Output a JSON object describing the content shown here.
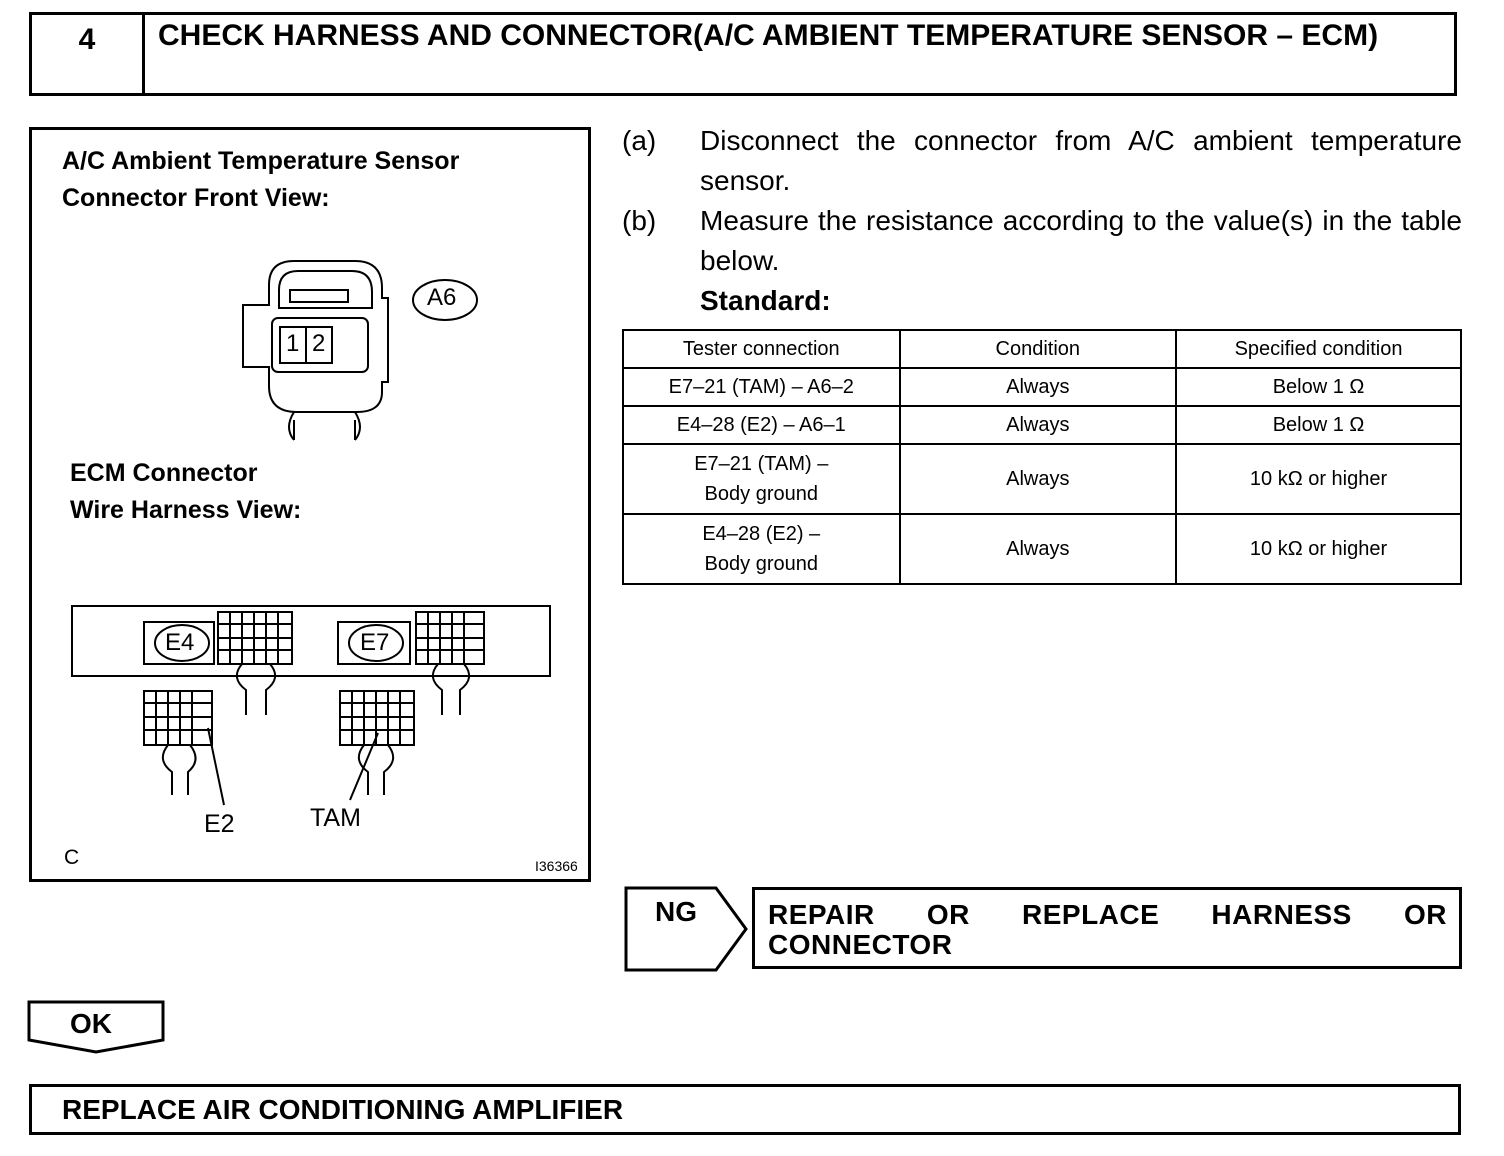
{
  "step": {
    "number": "4",
    "title": "CHECK HARNESS AND CONNECTOR(A/C AMBIENT TEMPERATURE SENSOR – ECM)"
  },
  "figure": {
    "sensor_heading_line1": "A/C Ambient Temperature Sensor",
    "sensor_heading_line2": "Connector Front View:",
    "sensor_connector_id": "A6",
    "pin1": "1",
    "pin2": "2",
    "ecm_heading_line1": "ECM Connector",
    "ecm_heading_line2": "Wire Harness View:",
    "ecm_connector_e4": "E4",
    "ecm_connector_e7": "E7",
    "terminal_e2": "E2",
    "terminal_tam": "TAM",
    "corner_code": "C",
    "figure_id": "I36366"
  },
  "instructions": {
    "a_letter": "(a)",
    "a_text": "Disconnect the connector from A/C ambient temperature sensor.",
    "b_letter": "(b)",
    "b_text": "Measure the resistance according to the value(s) in the table below.",
    "standard_label": "Standard:"
  },
  "table": {
    "headers": [
      "Tester connection",
      "Condition",
      "Specified condition"
    ],
    "rows": [
      [
        "E7–21 (TAM) – A6–2",
        "Always",
        "Below 1 Ω"
      ],
      [
        "E4–28 (E2) – A6–1",
        "Always",
        "Below 1 Ω"
      ],
      [
        "E7–21 (TAM) –",
        "Body ground",
        "Always",
        "10 kΩ or higher"
      ],
      [
        "E4–28 (E2) –",
        "Body ground",
        "Always",
        "10 kΩ or higher"
      ]
    ]
  },
  "ng": {
    "label": "NG",
    "action": "REPAIR OR REPLACE HARNESS OR CONNECTOR"
  },
  "ok": {
    "label": "OK"
  },
  "final_action": "REPLACE AIR CONDITIONING AMPLIFIER"
}
